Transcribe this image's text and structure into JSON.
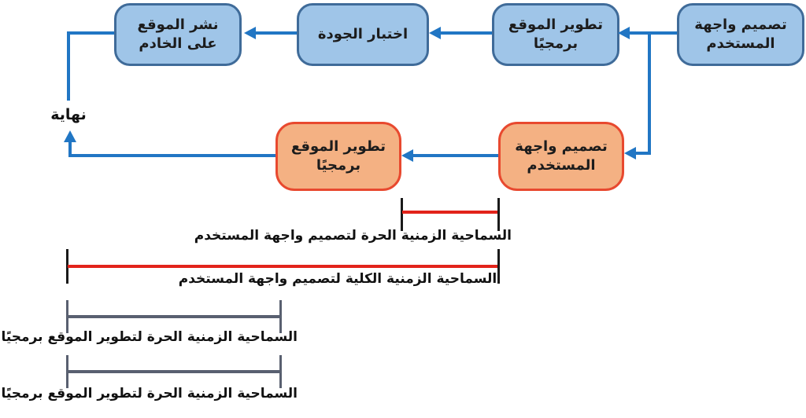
{
  "diagram": {
    "end_label": "نهاية",
    "process_boxes": [
      {
        "id": "design-ui",
        "label": "تصميم واجهة المستخدم"
      },
      {
        "id": "develop-site",
        "label": "تطوير الموقع برمجيًا"
      },
      {
        "id": "quality-test",
        "label": "اختبار الجودة"
      },
      {
        "id": "publish-site",
        "label": "نشر الموقع على الخادم"
      }
    ],
    "alt_boxes": [
      {
        "id": "design-ui-alt",
        "label": "تصميم واجهة المستخدم"
      },
      {
        "id": "develop-site-alt",
        "label": "تطوير الموقع برمجيًا"
      }
    ],
    "slack_bars": [
      {
        "label": "السماحية الزمنية الحرة لتصميم واجهة المستخدم",
        "color": "#e2231a"
      },
      {
        "label": "السماحية الزمنية الكلية لتصميم واجهة المستخدم",
        "color": "#e2231a"
      },
      {
        "label": "السماحية الزمنية الحرة لتطوير الموقع برمجيًا",
        "color": "#596070"
      },
      {
        "label": "السماحية الزمنية الحرة لتطوير الموقع برمجيًا",
        "color": "#596070"
      }
    ],
    "colors": {
      "arrow": "#2176c4",
      "process_box_fill": "#9fc5e8",
      "process_box_border": "#3f6b99",
      "alt_box_fill": "#f4b183",
      "alt_box_border": "#e8492f",
      "red_bar": "#e2231a",
      "gray_bar": "#596070",
      "tick_black": "#1a1a1a",
      "text": "#111111"
    }
  }
}
